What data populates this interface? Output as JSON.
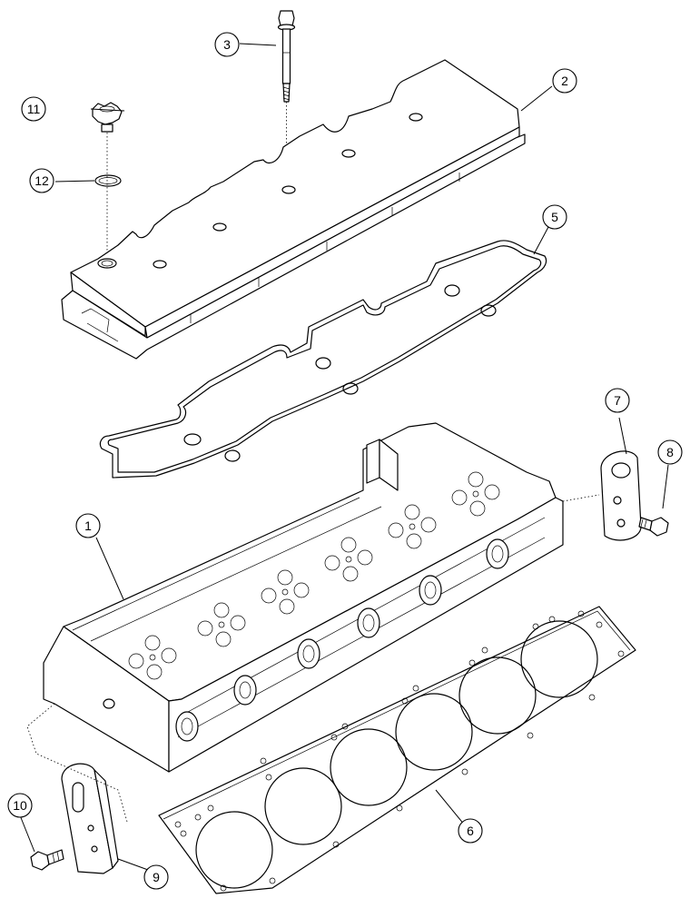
{
  "callouts": [
    {
      "id": "1",
      "label": "1"
    },
    {
      "id": "2",
      "label": "2"
    },
    {
      "id": "3",
      "label": "3"
    },
    {
      "id": "5",
      "label": "5"
    },
    {
      "id": "6",
      "label": "6"
    },
    {
      "id": "7",
      "label": "7"
    },
    {
      "id": "8",
      "label": "8"
    },
    {
      "id": "9",
      "label": "9"
    },
    {
      "id": "10",
      "label": "10"
    },
    {
      "id": "11",
      "label": "11"
    },
    {
      "id": "12",
      "label": "12"
    }
  ]
}
